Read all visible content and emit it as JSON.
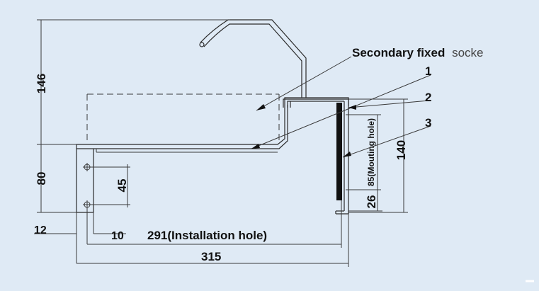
{
  "callouts": {
    "secondary_bold": "Secondary fixed",
    "secondary_light": "socke",
    "n1": "1",
    "n2": "2",
    "n3": "3"
  },
  "dimensions": {
    "d146": "146",
    "d80": "80",
    "d45": "45",
    "d12": "12",
    "d10": "10",
    "d291": "291(Installation hole)",
    "d315": "315",
    "d85": "85(Mouting hole)",
    "d26": "26",
    "d140": "140"
  }
}
